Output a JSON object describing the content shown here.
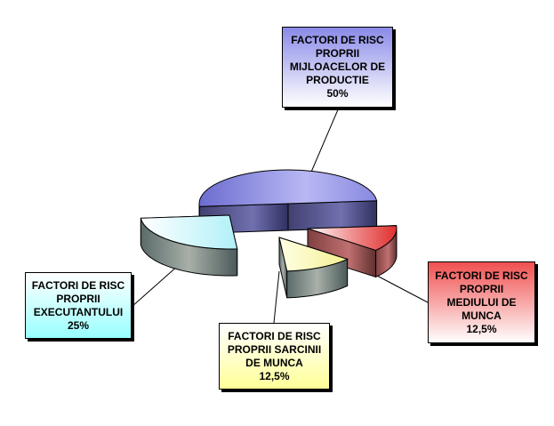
{
  "chart_data": {
    "type": "pie",
    "style": "3d-exploded",
    "legend": "none",
    "slices": [
      {
        "key": "productie",
        "lines": [
          "FACTORI DE RISC",
          "PROPRII",
          "MIJLOACELOR DE",
          "PRODUCTIE"
        ],
        "value": 50,
        "value_label": "50%",
        "color": "#8f8fe6"
      },
      {
        "key": "mediu",
        "lines": [
          "FACTORI DE RISC",
          "PROPRII",
          "MEDIULUI DE",
          "MUNCA"
        ],
        "value": 12.5,
        "value_label": "12,5%",
        "color": "#f06060"
      },
      {
        "key": "sarcini",
        "lines": [
          "FACTORI DE RISC",
          "PROPRII SARCINII",
          "DE MUNCA"
        ],
        "value": 12.5,
        "value_label": "12,5%",
        "color": "#ffffa0"
      },
      {
        "key": "executant",
        "lines": [
          "FACTORI DE RISC",
          "PROPRII",
          "EXECUTANTULUI"
        ],
        "value": 25,
        "value_label": "25%",
        "color": "#b8f4ff"
      }
    ]
  }
}
